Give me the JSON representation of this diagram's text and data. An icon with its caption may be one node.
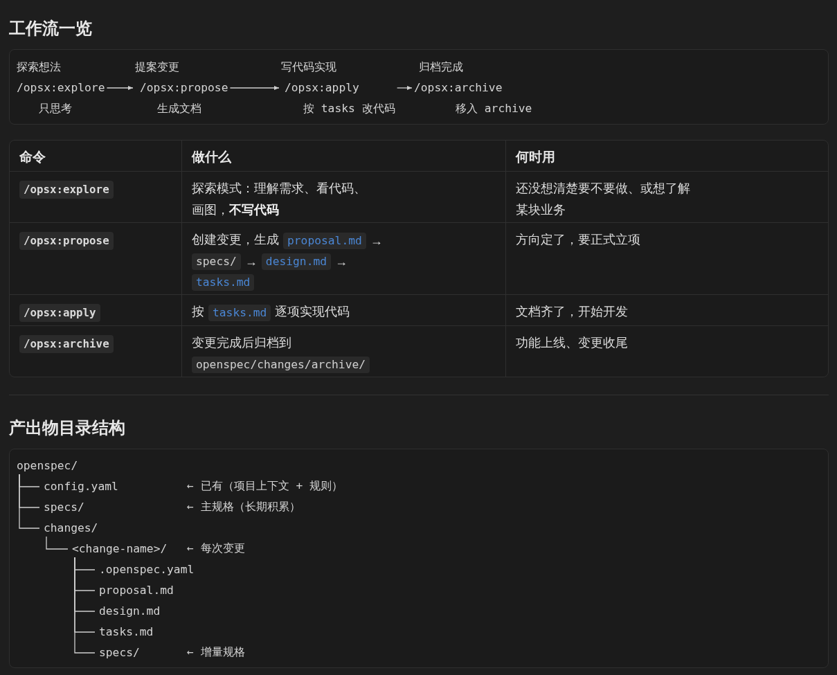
{
  "diagram": {
    "title": "工作流一览",
    "nodes": [
      {
        "text": [],
        "shape": "box"
      },
      {
        "text": [
          "探索想法",
          "/opsx:explore",
          "只思考"
        ],
        "in": 0
      },
      {
        "text": [
          "提案变更",
          "/opsx:propose",
          "生成文档"
        ],
        "in": 0
      },
      {
        "text": [
          "写代码实现",
          "/opsx:apply",
          "按 tasks 改代码"
        ],
        "in": 0
      },
      {
        "text": [
          "归档完成",
          "/opsx:archive",
          "移入 archive"
        ],
        "in": 0
      },
      {
        "text": [],
        "shape": "box"
      },
      {
        "text": [
          "openspec/"
        ],
        "in": 5
      },
      {
        "text": [
          "config.yaml"
        ],
        "in": 5
      },
      {
        "text": [
          "specs/"
        ],
        "in": 5
      },
      {
        "text": [
          "changes/"
        ],
        "in": 5
      },
      {
        "text": [
          "<change-name>/"
        ],
        "in": 5
      },
      {
        "text": [
          ".openspec.yaml"
        ],
        "in": 5
      },
      {
        "text": [
          "proposal.md"
        ],
        "in": 5
      },
      {
        "text": [
          "design.md"
        ],
        "in": 5
      },
      {
        "text": [
          "tasks.md"
        ],
        "in": 5
      },
      {
        "text": [
          "specs/"
        ],
        "in": 5
      }
    ],
    "edges": [
      {
        "from": 1,
        "to": 2,
        "arrow": "to"
      },
      {
        "from": 2,
        "to": 3,
        "arrow": "to"
      },
      {
        "from": 3,
        "to": 4,
        "arrow": "to"
      },
      {
        "from": 6,
        "to": 7,
        "arrow": "none"
      },
      {
        "from": 6,
        "to": 8,
        "arrow": "none"
      },
      {
        "from": 6,
        "to": 9,
        "arrow": "none"
      },
      {
        "from": 9,
        "to": 10,
        "arrow": "none"
      },
      {
        "from": 10,
        "to": 11,
        "arrow": "none"
      },
      {
        "from": 10,
        "to": 12,
        "arrow": "none"
      },
      {
        "from": 10,
        "to": 13,
        "arrow": "none"
      },
      {
        "from": 10,
        "to": 14,
        "arrow": "none"
      },
      {
        "from": 10,
        "to": 15,
        "arrow": "none"
      }
    ],
    "labels": [
      "命令",
      "做什么",
      "何时用",
      "/opsx:explore",
      "探索模式：理解需求、看代码、画图，**不写代码**",
      "还没想清楚要不要做、或想了解某块业务",
      "/opsx:propose",
      "创建变更，生成",
      "proposal.md",
      "→",
      "specs/",
      "→",
      "design.md",
      "→",
      "tasks.md",
      "方向定了，要正式立项",
      "/opsx:apply",
      "按",
      "tasks.md",
      "逐项实现代码",
      "文档齐了，开始开发",
      "/opsx:archive",
      "变更完成后归档到",
      "openspec/changes/archive/",
      "功能上线、变更收尾",
      "产出物目录结构",
      "← 已有（项目上下文 + 规则）",
      "← 主规格（长期积累）",
      "← 每次变更",
      "← 增量规格"
    ]
  }
}
